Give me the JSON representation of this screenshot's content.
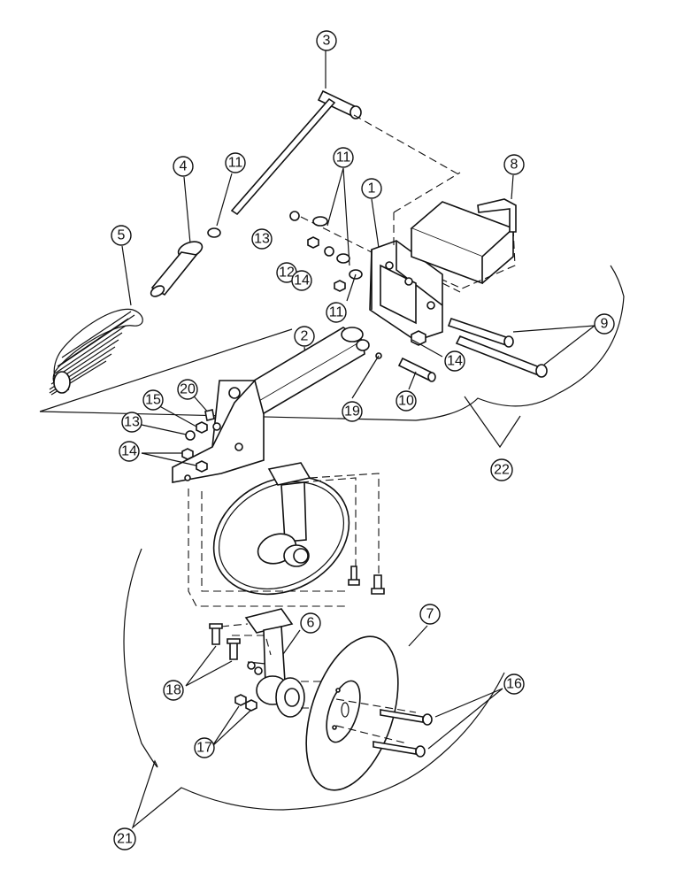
{
  "callouts": {
    "c1": "1",
    "c2": "2",
    "c3": "3",
    "c4": "4",
    "c5": "5",
    "c6": "6",
    "c7": "7",
    "c8": "8",
    "c9": "9",
    "c10": "10",
    "c11a": "11",
    "c11b": "11",
    "c11c": "11",
    "c12": "12",
    "c13a": "13",
    "c13b": "13",
    "c14a": "14",
    "c14b": "14",
    "c14c": "14",
    "c15": "15",
    "c16": "16",
    "c17": "17",
    "c18": "18",
    "c19": "19",
    "c20": "20",
    "c21": "21",
    "c22": "22"
  }
}
